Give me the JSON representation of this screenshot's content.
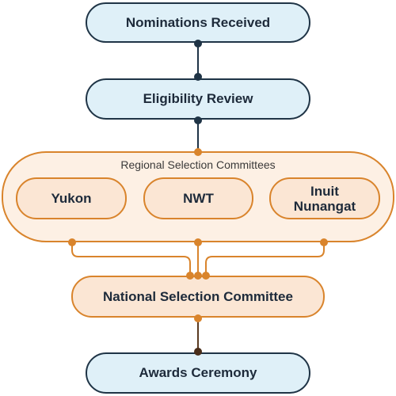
{
  "nodes": {
    "nominations": "Nominations Received",
    "eligibility": "Eligibility Review",
    "regional_group": "Regional Selection Committees",
    "yukon": "Yukon",
    "nwt": "NWT",
    "inuit_line1": "Inuit",
    "inuit_line2": "Nunangat",
    "national": "National Selection Committee",
    "awards": "Awards Ceremony"
  },
  "colors": {
    "dark_connector": "#1f3446",
    "orange_connector": "#d9842c",
    "brown_dot": "#4a2e1a"
  }
}
